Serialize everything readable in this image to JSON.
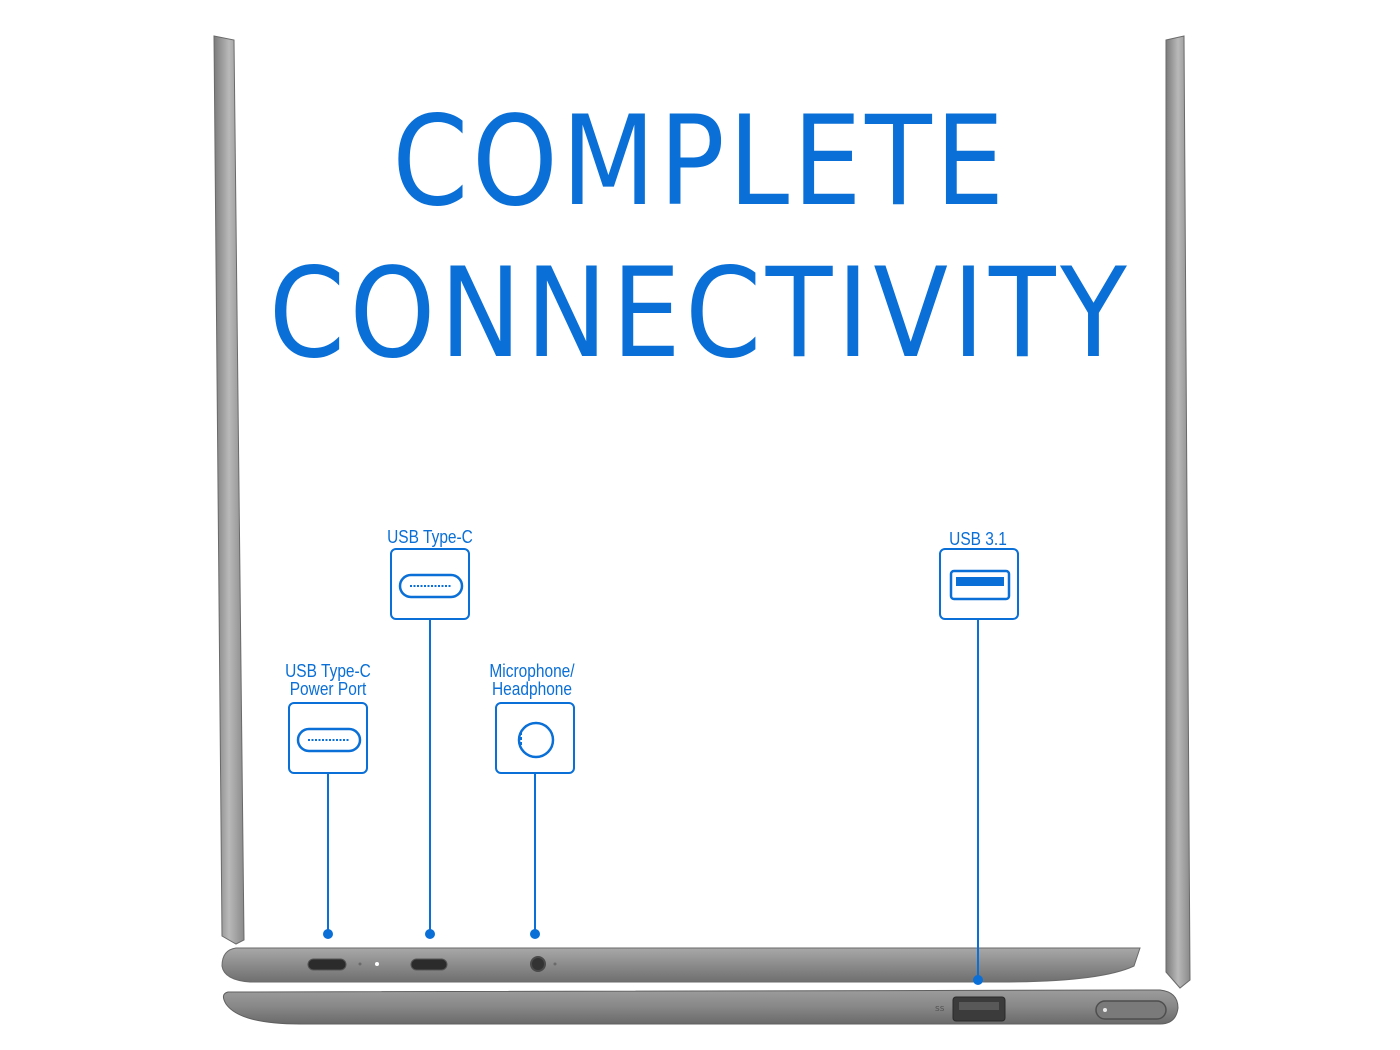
{
  "headline": {
    "line1": "COMPLETE",
    "line2": "CONNECTIVITY"
  },
  "ports": {
    "usb_c_power": {
      "label_line1": "USB Type-C",
      "label_line2": "Power Port",
      "icon": "usb-c-icon"
    },
    "usb_c": {
      "label_line1": "USB Type-C",
      "icon": "usb-c-icon"
    },
    "audio": {
      "label_line1": "Microphone/",
      "label_line2": "Headphone",
      "icon": "audio-jack-icon"
    },
    "usb_a": {
      "label_line1": "USB 3.1",
      "icon": "usb-a-icon"
    }
  },
  "colors": {
    "accent": "#0a6fd6",
    "chassis": "#8c8c8c",
    "chassis_light": "#b5b5b5",
    "chassis_dark": "#5e5e5e"
  }
}
